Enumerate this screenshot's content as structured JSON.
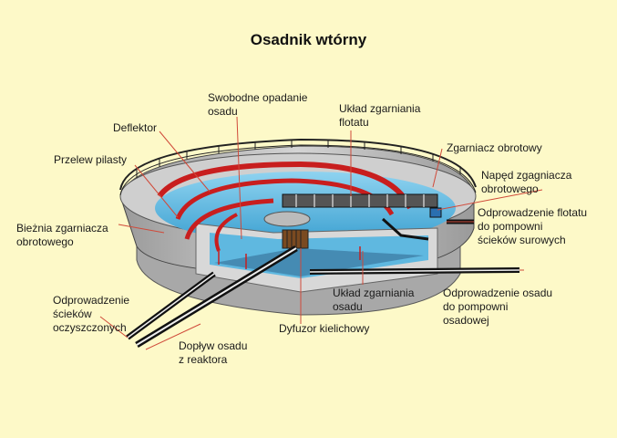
{
  "title": "Osadnik wtórny",
  "labels": {
    "swobodne": "Swobodne opadanie\nosadu",
    "uklad_flotatu": "Układ zgarniania\nflotatu",
    "deflektor": "Deflektor",
    "zgarniacz": "Zgarniacz obrotowy",
    "naped": "Napęd zgagniacza\nobrotowego",
    "przelew": "Przelew pilasty",
    "biezni": "Bieżnia zgarniacza\nobrotowego",
    "odpr_flotatu": "Odprowadzenie flotatu\ndo pompowni\nścieków surowych",
    "odpr_scieki": "Odprowadzenie\nścieków\noczyszczonych",
    "uklad_osadu": "Układ zgarniania\nosadu",
    "odpr_osadu": "Odprowadzenie osadu\ndo pompowni\nosadowej",
    "dyfuzor": "Dyfuzor kielichowy",
    "doplyw": "Dopływ osadu\nz reaktora"
  },
  "colors": {
    "background": "#fdf9c8",
    "water": "#5fb8e0",
    "concrete": "#c8c8c8",
    "concrete_dark": "#8f8f8f",
    "scraper_red": "#c81e1e",
    "pipe": "#111111",
    "leader_line": "#d04a3a"
  }
}
